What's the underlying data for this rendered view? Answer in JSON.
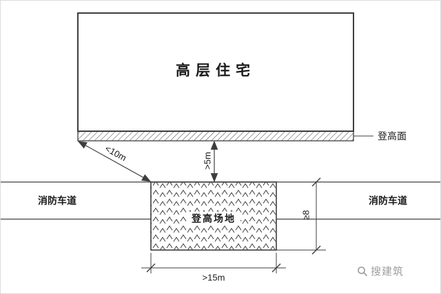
{
  "figure": {
    "building": {
      "label": "高层住宅"
    },
    "climbing_face": {
      "label": "登高面"
    },
    "fire_lane": {
      "left_label": "消防车道",
      "right_label": "消防车道"
    },
    "site": {
      "label": "登高场地"
    },
    "dimensions": {
      "building_offset_max": "<10m",
      "face_to_site_min": ">5m",
      "site_depth_min": "≥8",
      "site_length_min": ">15m"
    },
    "watermark": {
      "text": "搜建筑"
    },
    "colors": {
      "line": "#3d3d3d",
      "watermark": "#9e9e9e"
    }
  }
}
